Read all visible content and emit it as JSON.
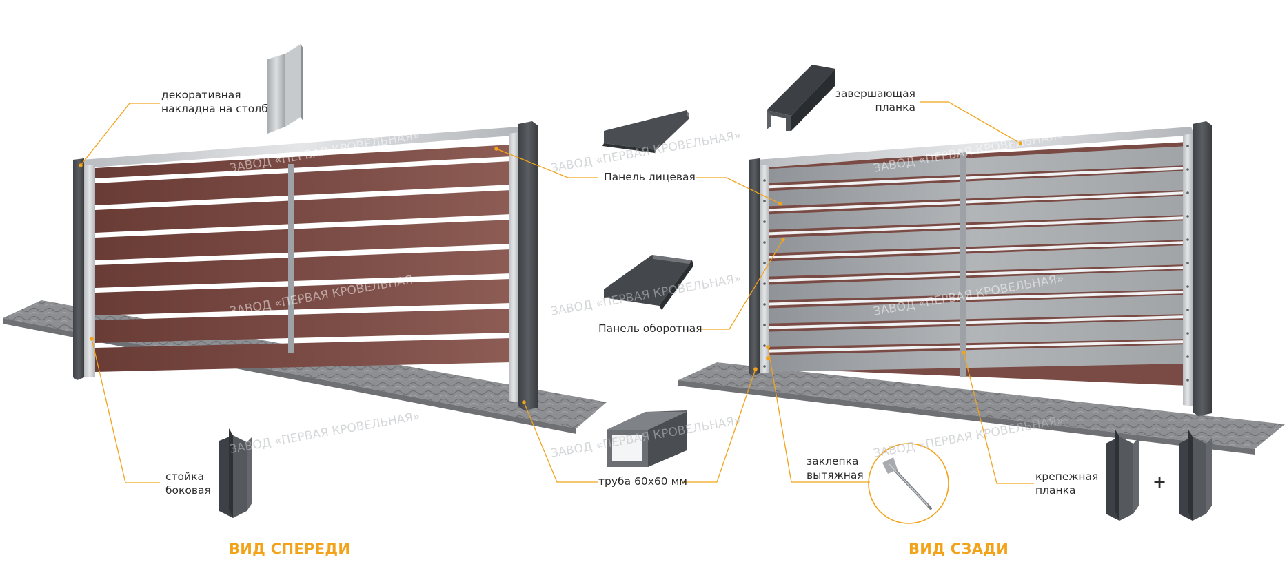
{
  "labels": {
    "decor_overlay": [
      "декоративная",
      "накладна на столб"
    ],
    "side_post": [
      "стойка",
      "боковая"
    ],
    "front_panel": "Панель лицевая",
    "back_panel": "Панель оборотная",
    "tube": "труба 60х60 мм",
    "top_cap": [
      "завершающая",
      "планка"
    ],
    "rivet": [
      "заклепка",
      "вытяжная"
    ],
    "mount_strip": [
      "крепежная",
      "планка"
    ]
  },
  "captions": {
    "front": "ВИД СПЕРЕДИ",
    "back": "ВИД СЗАДИ"
  },
  "watermark": "ЗАВОД «ПЕРВАЯ КРОВЕЛЬНАЯ»",
  "plus_sign": "+",
  "colors": {
    "accent": "#f2a31a",
    "panel_brown": "#7a4b45",
    "panel_grey": "#a4a8ab",
    "post_dark": "#4e5256",
    "frame_silver": "#c9ccd0",
    "paving": "#8f9194"
  }
}
